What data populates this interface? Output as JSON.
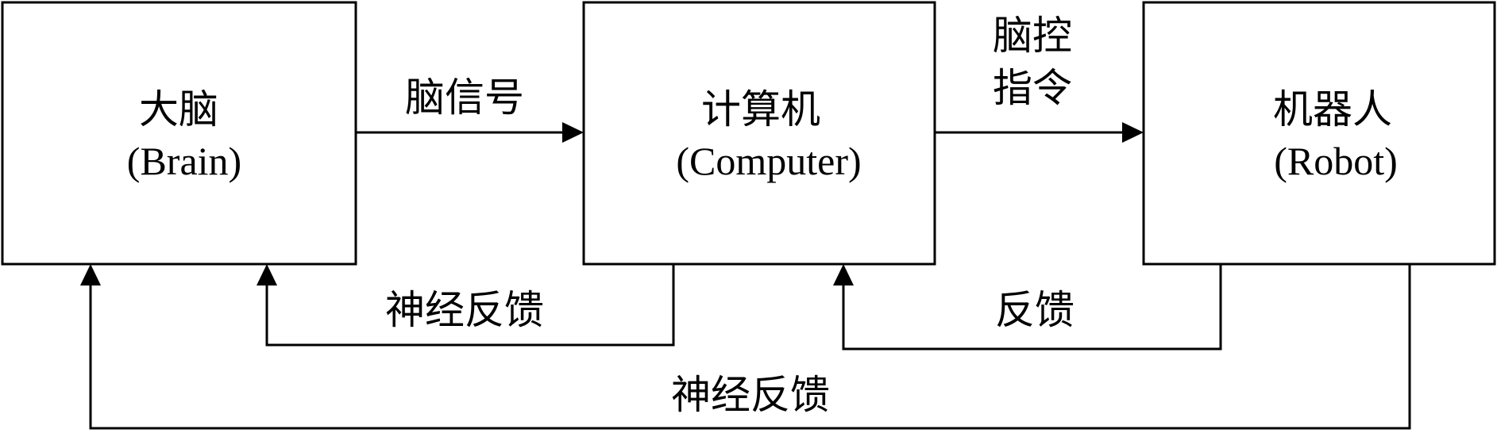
{
  "nodes": {
    "brain": {
      "title": "大脑",
      "subtitle": "(Brain)"
    },
    "computer": {
      "title": "计算机",
      "subtitle": "(Computer)"
    },
    "robot": {
      "title": "机器人",
      "subtitle": "(Robot)"
    }
  },
  "edges": {
    "brain_to_computer": {
      "label": "脑信号"
    },
    "computer_to_robot": {
      "label_line1": "脑控",
      "label_line2": "指令"
    },
    "computer_to_brain_feedback": {
      "label": "神经反馈"
    },
    "robot_to_computer_feedback": {
      "label": "反馈"
    },
    "robot_to_brain_feedback": {
      "label": "神经反馈"
    }
  }
}
